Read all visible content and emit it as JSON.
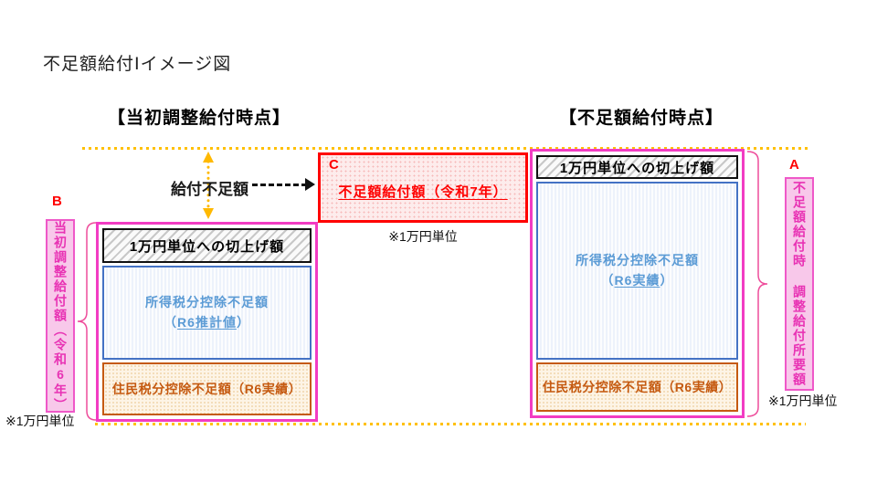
{
  "title": "不足額給付Ⅰイメージ図",
  "headers": {
    "left": "【当初調整給付時点】",
    "right": "【不足額給付時点】"
  },
  "gap": {
    "label": "給付不足額"
  },
  "box_c": {
    "letter": "C",
    "label": "不足額給付額（令和7年）",
    "note": "※1万円単位"
  },
  "left_column": {
    "header": "1万円単位への切上げ額",
    "income_line1": "所得税分控除不足額",
    "income_open": "（",
    "income_value": "R6推計値",
    "income_close": "）",
    "resident_line": "住民税分控除不足額（R6実績）"
  },
  "right_column": {
    "header": "1万円単位への切上げ額",
    "income_line1": "所得税分控除不足額",
    "income_open": "（",
    "income_value": "R6実績",
    "income_close": "）",
    "resident_line": "住民税分控除不足額（R6実績）"
  },
  "label_b": {
    "letter": "B",
    "text": "当初調整給付額（令和6年）",
    "note": "※1万円単位"
  },
  "label_a": {
    "letter": "A",
    "text": "不足額給付時 調整給付所要額",
    "note": "※1万円単位"
  },
  "colors": {
    "magenta_border": "#F23CC3",
    "pink_fill": "#F8C8EA",
    "pink_text": "#E832B4",
    "red": "#FF0000",
    "blue_border": "#4472C4",
    "blue_text": "#5B9BD5",
    "orange": "#C55A11",
    "yellow_dots": "#FFC000"
  }
}
